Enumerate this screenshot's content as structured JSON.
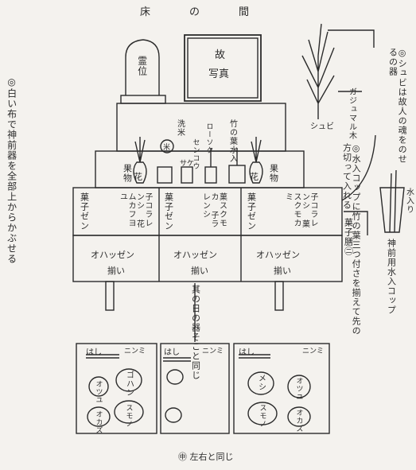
{
  "title": "床　の　間",
  "ihai": "霊位",
  "photo": {
    "line1": "故",
    "line2": "写真"
  },
  "altar_items": {
    "flower_left": "花",
    "flower_right": "花",
    "fruit_left": "果物",
    "fruit_right": "果物",
    "incense": "洗米",
    "bowl_mark": "米",
    "sake": "サケ",
    "candle": "ローソク",
    "water_bamboo": "竹の葉水入",
    "senko": "センコウ"
  },
  "cake_cols": [
    "菓子ゼン",
    "子コラレンシ 花ムカフヨユ",
    "菓子ゼン",
    "菓スクモカ 子ラレンシ",
    "菓子ゼン",
    "子コラレンシ 菓スクモカミ"
  ],
  "tray_rows": [
    {
      "label": "オハッゼン",
      "sub": "揃い"
    },
    {
      "label": "オハッゼン",
      "sub": "揃い"
    },
    {
      "label": "オハッゼン",
      "sub": "揃い"
    }
  ],
  "bottom_boxes": {
    "left": {
      "chopsticks": "はし",
      "umi": "ニンミ",
      "rice": "ゴハン",
      "soup": "オツユ",
      "pickle": "スモノ",
      "okazu": "オカズ"
    },
    "center": {
      "chopsticks": "はし",
      "umi": "ニンミ"
    },
    "right": {
      "chopsticks": "はし",
      "umi": "ニンミ",
      "rice": "メシ",
      "soup": "オツユ",
      "pickle": "スモノ",
      "okazu": "オカズ"
    }
  },
  "notes": {
    "cloth": "◎白い布で神前器を全部上からかぶせる",
    "shubi": "◎シュビは故人の魂をのせるの器",
    "gajumaru": "ガジュマル木",
    "shubi_label": "シュビ",
    "water_cup": "◎水入コップに竹の葉三つ付さを揃えて先の方切って入れる",
    "water_cup_title": "水入り",
    "shinzen_cup": "神前用水入コップ",
    "cake_tray": "菓子膳㊁",
    "same_day": "其の日の器そこと同じ",
    "lr_same": "㊥ 左右と同じ"
  }
}
